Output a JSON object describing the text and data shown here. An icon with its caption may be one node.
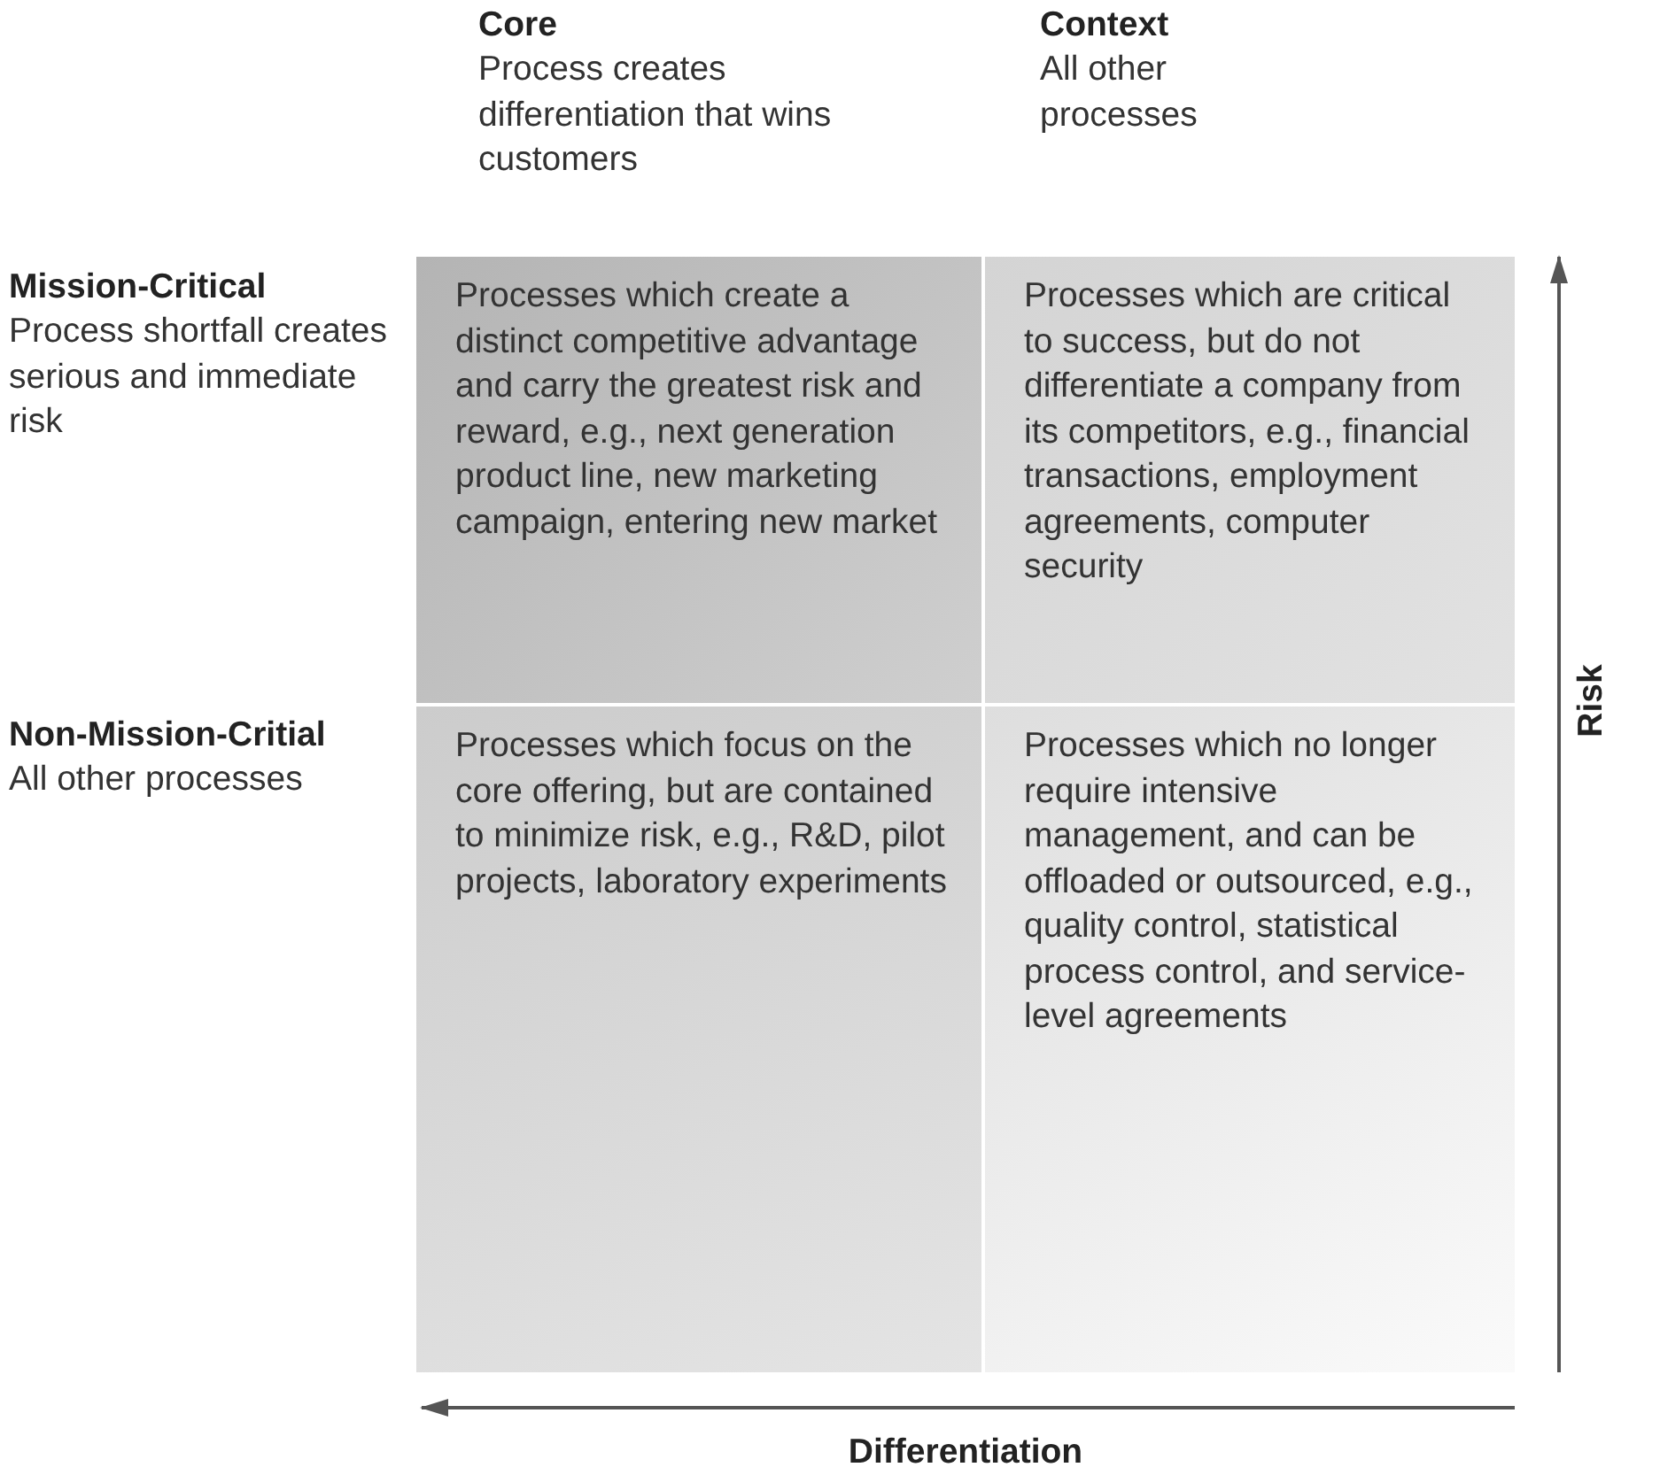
{
  "diagram": {
    "nodes": [
      {
        "text": [
          "Processes which create a distinct competitive advantage and carry the greatest risk and reward, e.g., next generation product line, new marketing campaign, entering new market"
        ]
      },
      {
        "text": [
          "Processes which are critical to success, but do not differentiate a company from its competitors, e.g., financial transactions, employment agreements, computer security"
        ]
      },
      {
        "text": [
          "Processes which focus on the core offering, but are contained to minimize risk, e.g., R&D, pilot projects, laboratory experiments"
        ]
      },
      {
        "text": [
          "Processes which no longer require intensive management, and can be offloaded or outsourced, e.g., quality control, statistical process control, and service-level agreements"
        ]
      }
    ],
    "labels": [
      "Core",
      "Process creates differentiation that wins customers",
      "Context",
      "All other processes",
      "Mission-Critical",
      "Process shortfall creates serious and immediate risk",
      "Non-Mission-Critial",
      "All other processes",
      "Risk",
      "Differentiation"
    ]
  }
}
